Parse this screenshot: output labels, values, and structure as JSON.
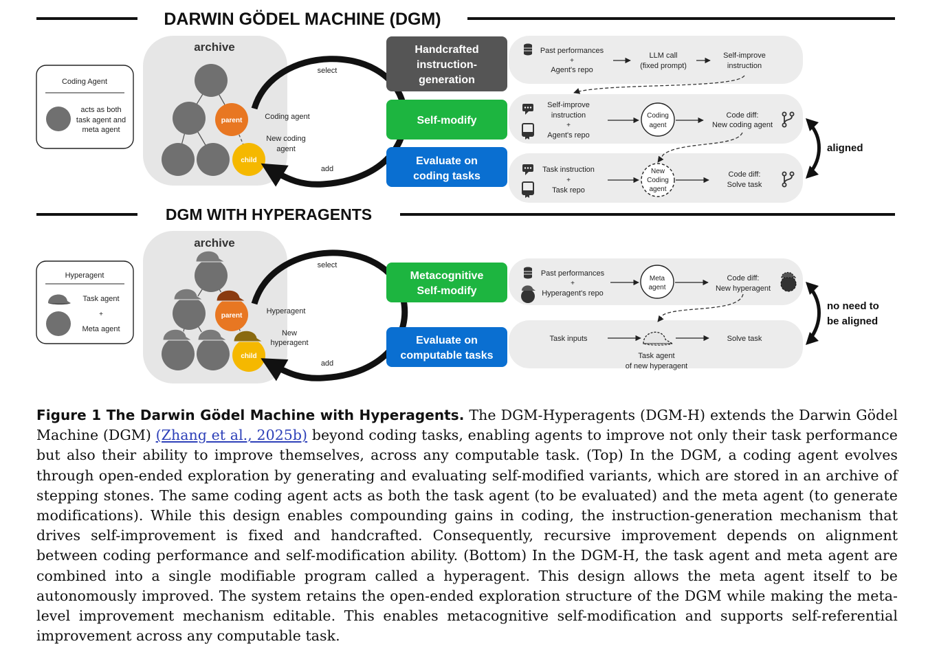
{
  "top": {
    "title": "DARWIN GÖDEL MACHINE (DGM)",
    "archive_label": "archive",
    "legend": {
      "title": "Coding Agent",
      "desc_lines": [
        "acts as both",
        "task agent and",
        "meta agent"
      ]
    },
    "node_parent": "parent",
    "node_child": "child",
    "loop_select": "select",
    "loop_add": "add",
    "loop_upper_label": "Coding agent",
    "loop_lower_label": [
      "New coding",
      "agent"
    ],
    "stage_handcrafted": [
      "Handcrafted",
      "instruction-",
      "generation"
    ],
    "stage_self_modify": "Self-modify",
    "stage_evaluate": [
      "Evaluate on",
      "coding tasks"
    ],
    "row1": {
      "input_lines": [
        "Past performances",
        "+",
        "Agent's repo"
      ],
      "llm_lines": [
        "LLM call",
        "(fixed prompt)"
      ],
      "output_lines": [
        "Self-improve",
        "instruction"
      ]
    },
    "row2": {
      "input_lines": [
        "Self-improve",
        "instruction",
        "+",
        "Agent's repo"
      ],
      "agent_lines": [
        "Coding",
        "agent"
      ],
      "output_lines": [
        "Code diff:",
        "New coding agent"
      ]
    },
    "row3": {
      "input_lines": [
        "Task instruction",
        "+",
        "Task repo"
      ],
      "agent_lines": [
        "New",
        "Coding",
        "agent"
      ],
      "output_lines": [
        "Code diff:",
        "Solve task"
      ]
    },
    "alignment_label": "aligned"
  },
  "bottom": {
    "title": "DGM WITH HYPERAGENTS",
    "archive_label": "archive",
    "legend": {
      "title": "Hyperagent",
      "task_agent": "Task agent",
      "plus": "+",
      "meta_agent": "Meta agent"
    },
    "node_parent": "parent",
    "node_child": "child",
    "loop_select": "select",
    "loop_add": "add",
    "loop_upper_label": "Hyperagent",
    "loop_lower_label": [
      "New",
      "hyperagent"
    ],
    "stage_metacognitive": [
      "Metacognitive",
      "Self-modify"
    ],
    "stage_evaluate": [
      "Evaluate on",
      "computable tasks"
    ],
    "row1": {
      "input_lines": [
        "Past performances",
        "+",
        "Hyperagent's repo"
      ],
      "agent_lines": [
        "Meta",
        "agent"
      ],
      "output_lines": [
        "Code diff:",
        "New hyperagent"
      ]
    },
    "row2": {
      "input_lines": [
        "Task inputs"
      ],
      "agent_lines": [
        "Task agent",
        "of new hyperagent"
      ],
      "output_lines": [
        "Solve task"
      ]
    },
    "alignment_label": [
      "no need to",
      "be aligned"
    ]
  },
  "caption": {
    "label": "Figure 1  The Darwin Gödel Machine with Hyperagents.",
    "text_before_link": " The DGM-Hyperagents (DGM-H) extends the Darwin Gödel Machine (DGM) ",
    "link": "(Zhang et al., 2025b)",
    "text_after_link": " beyond coding tasks, enabling agents to improve not only their task performance but also their ability to improve themselves, across any computable task. (Top) In the DGM, a coding agent evolves through open-ended exploration by generating and evaluating self-modified variants, which are stored in an archive of stepping stones. The same coding agent acts as both the task agent (to be evaluated) and the meta agent (to generate modifications). While this design enables compounding gains in coding, the instruction-generation mechanism that drives self-improvement is fixed and handcrafted. Consequently, recursive improvement depends on alignment between coding performance and self-modification ability. (Bottom) In the DGM-H, the task agent and meta agent are combined into a single modifiable program called a hyperagent. This design allows the meta agent itself to be autonomously improved. The system retains the open-ended exploration structure of the DGM while making the meta-level improvement mechanism editable. This enables metacognitive self-modification and supports self-referential improvement across any computable task."
  },
  "colors": {
    "node_gray": "#707070",
    "parent_orange": "#e87722",
    "child_yellow": "#f5b800",
    "stage_dark": "#555555",
    "stage_green": "#1db540",
    "stage_blue": "#0a6fd1",
    "panel_gray": "#ececec"
  }
}
